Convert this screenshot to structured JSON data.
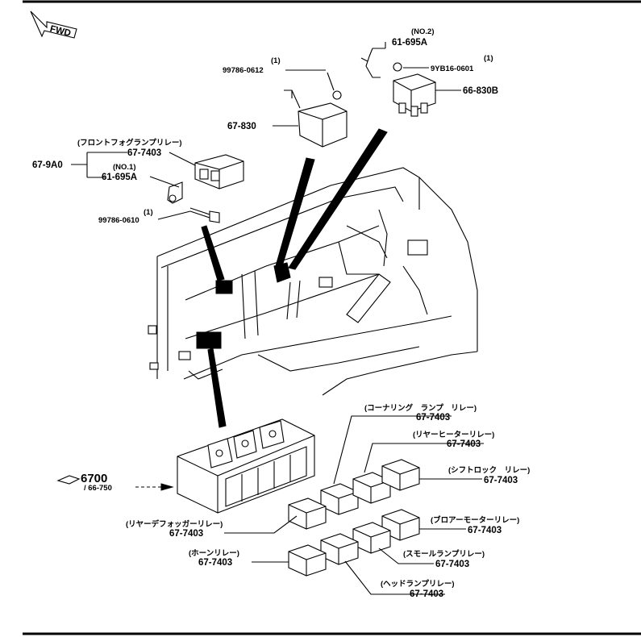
{
  "header": {
    "fwd_label": "FWD"
  },
  "labels": {
    "no2_qty": "(NO.2)",
    "no2_part": "61-695A",
    "nut_qty": "(1)",
    "nut_part": "9YB16-0601",
    "relay_a_part": "66-830B",
    "screw1_qty": "(1)",
    "screw1_part": "99786-0612",
    "relay_b_part": "67-830",
    "fog_name": "(フロントフォグランプリレー)",
    "fog_part": "67-7403",
    "group_part": "67-9A0",
    "no1_qty": "(NO.1)",
    "no1_part": "61-695A",
    "screw2_qty": "(1)",
    "screw2_part": "99786-0610",
    "ref_main": "6700",
    "ref_sub": "/ 66-750",
    "cornering_name": "(コーナリング　ランプ　リレー)",
    "cornering_part": "67-7403",
    "rear_heater_name": "(リヤーヒーターリレー)",
    "rear_heater_part": "67-7403",
    "shift_lock_name": "(シフトロック　リレー)",
    "shift_lock_part": "67-7403",
    "rear_defogger_name": "(リヤーデフォッガーリレー)",
    "rear_defogger_part": "67-7403",
    "blower_name": "(ブロアーモーターリレー)",
    "blower_part": "67-7403",
    "horn_name": "(ホーンリレー)",
    "horn_part": "67-7403",
    "small_lamp_name": "(スモールランプリレー)",
    "small_lamp_part": "67-7403",
    "head_lamp_name": "(ヘッドランプリレー)",
    "head_lamp_part": "67-7403"
  }
}
